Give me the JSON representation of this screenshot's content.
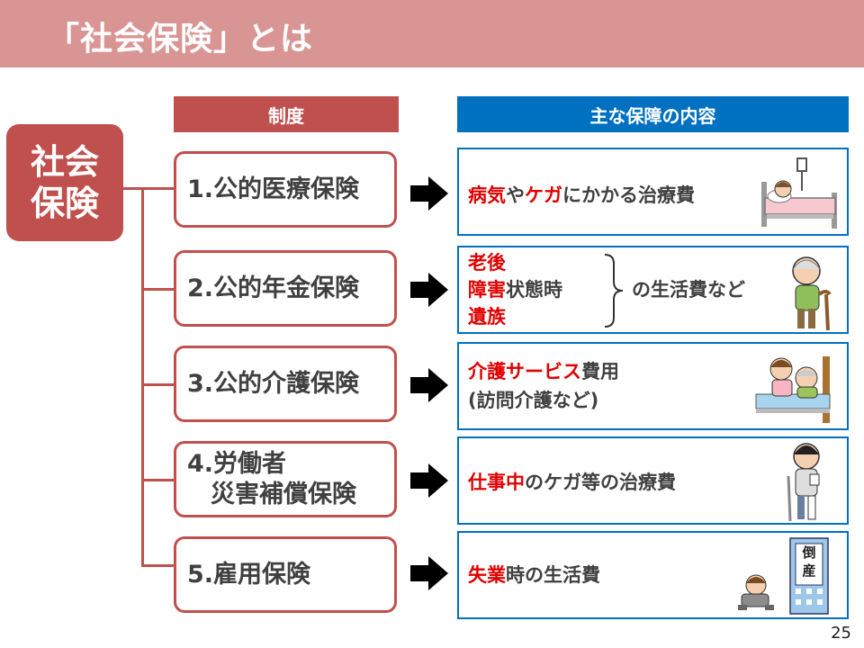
{
  "header": {
    "title": "「社会保険」とは"
  },
  "columns": {
    "seido": "制度",
    "naiyou": "主な保障の内容"
  },
  "root": {
    "line1": "社会",
    "line2": "保険"
  },
  "systems": [
    {
      "label": "1.公的医療保険"
    },
    {
      "label": "2.公的年金保険"
    },
    {
      "label": "3.公的介護保険"
    },
    {
      "line1": "4.労働者",
      "line2": "災害補償保険"
    },
    {
      "label": "5.雇用保険"
    }
  ],
  "benefits": {
    "b1": {
      "red1": "病気",
      "t1": "や",
      "red2": "ケガ",
      "t2": "にかかる治療費"
    },
    "b2": {
      "red1": "老後",
      "red2": "障害",
      "t2": "状態時",
      "red3": "遺族",
      "tail": "の生活費など"
    },
    "b3": {
      "red1": "介護サービス",
      "t1": "費用",
      "line2": "(訪問介護など)"
    },
    "b4": {
      "red1": "仕事中",
      "t1": "のケガ等の治療費"
    },
    "b5": {
      "red1": "失業",
      "t1": "時の生活費"
    }
  },
  "illustration_text": {
    "sign": "倒産"
  },
  "page": {
    "number": "25"
  }
}
